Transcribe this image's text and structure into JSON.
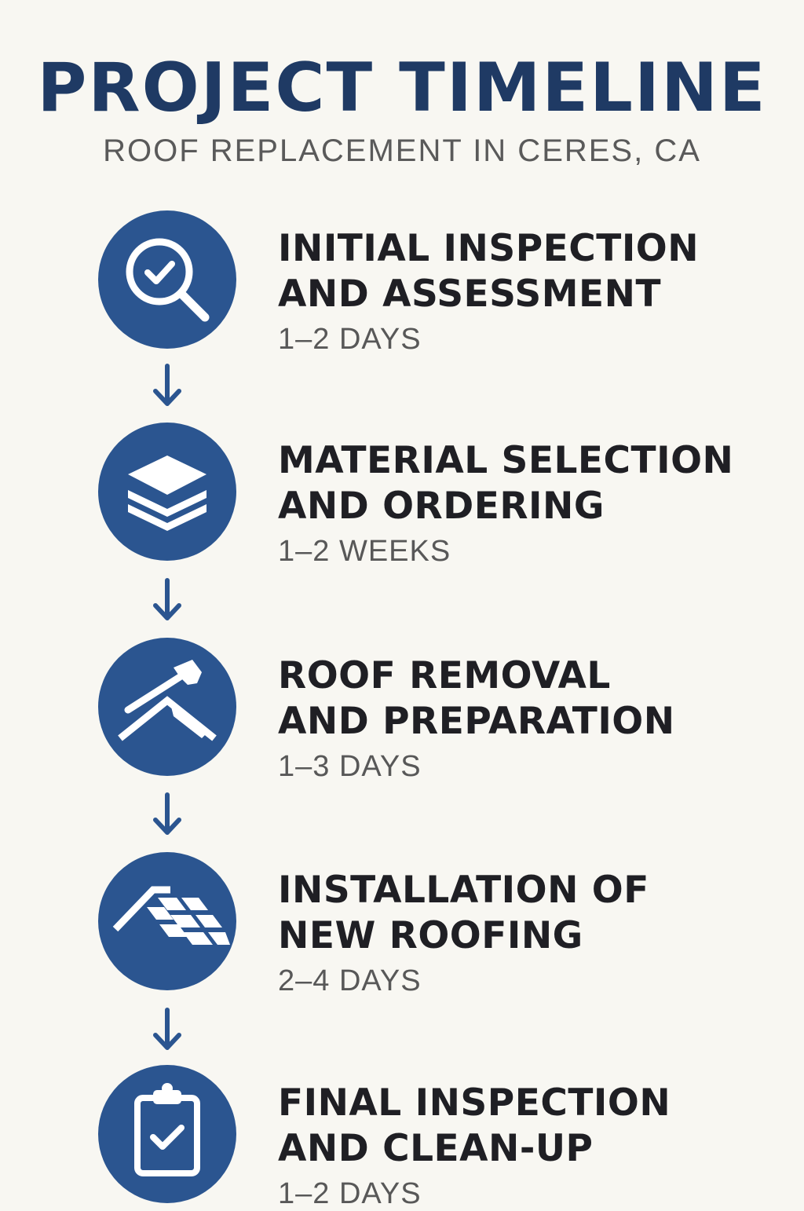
{
  "header": {
    "title": "PROJECT TIMELINE",
    "subtitle": "ROOF REPLACEMENT IN CERES, CA"
  },
  "colors": {
    "accent": "#2b5590",
    "title": "#1f3a64",
    "background": "#f8f7f2",
    "step_text": "#1f1f24",
    "duration_text": "#585858"
  },
  "steps": [
    {
      "icon": "magnifier-check-icon",
      "title_line1": "INITIAL INSPECTION",
      "title_line2": "AND ASSESSMENT",
      "duration": "1–2 DAYS"
    },
    {
      "icon": "layers-icon",
      "title_line1": "MATERIAL SELECTION",
      "title_line2": "AND ORDERING",
      "duration": "1–2 WEEKS"
    },
    {
      "icon": "hammer-roof-icon",
      "title_line1": "ROOF REMOVAL",
      "title_line2": "AND PREPARATION",
      "duration": "1–3 DAYS"
    },
    {
      "icon": "roof-tiles-icon",
      "title_line1": "INSTALLATION OF",
      "title_line2": "NEW ROOFING",
      "duration": "2–4 DAYS"
    },
    {
      "icon": "clipboard-check-icon",
      "title_line1": "FINAL INSPECTION",
      "title_line2": "AND CLEAN-UP",
      "duration": "1–2 DAYS"
    }
  ]
}
